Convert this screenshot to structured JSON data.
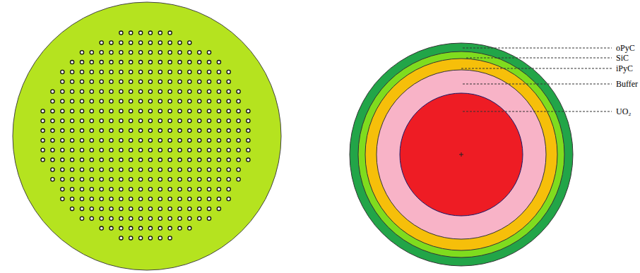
{
  "diagram": {
    "labels": [
      "oPyC",
      "SiC",
      "iPyC",
      "Buffer",
      "UO₂"
    ]
  }
}
